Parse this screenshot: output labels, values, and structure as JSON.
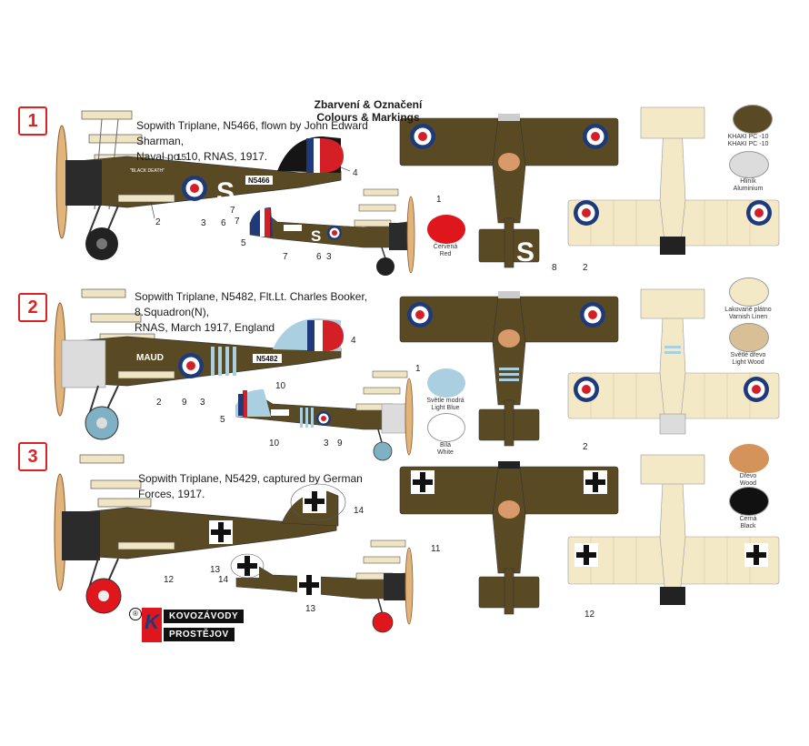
{
  "header": {
    "title_cz": "Zbarvení & Označení",
    "title_en": "Colours & Markings"
  },
  "schemes": [
    {
      "number": "1",
      "caption_line1": "Sopwith Triplane, N5466, flown by John Edward Sharman,",
      "caption_line2": "Naval no. 10, RNAS, 1917.",
      "serial": "N5466",
      "letter": "S",
      "nose_name": "\"BLACK DEATH\"",
      "bottom_letter": "S"
    },
    {
      "number": "2",
      "caption_line1": "Sopwith Triplane, N5482, Flt.Lt. Charles Booker, 8.Squadron(N),",
      "caption_line2": "RNAS, March 1917, England",
      "serial": "N5482",
      "name": "MAUD"
    },
    {
      "number": "3",
      "caption_line1": "Sopwith Triplane, N5429, captured by German Forces, 1917.",
      "caption_line2": ""
    }
  ],
  "callouts": {
    "s1": [
      "15",
      "4",
      "2",
      "3",
      "6",
      "7",
      "7",
      "5",
      "7",
      "6",
      "3",
      "1",
      "8",
      "2"
    ],
    "s2": [
      "4",
      "1",
      "2",
      "9",
      "3",
      "10",
      "5",
      "10",
      "3",
      "9",
      "2"
    ],
    "s3": [
      "14",
      "12",
      "13",
      "14",
      "13",
      "11",
      "12"
    ]
  },
  "swatches": [
    {
      "label1": "KHAKI PC -10",
      "label2": "KHAKI PC -10",
      "color": "#5a4a23"
    },
    {
      "label1": "Hliník",
      "label2": "Aluminium",
      "color": "#dcdcdc"
    },
    {
      "label1": "Červená",
      "label2": "Red",
      "color": "#e0161d"
    },
    {
      "label1": "Lakované plátno",
      "label2": "Varnish Linen",
      "color": "#f4e9c7"
    },
    {
      "label1": "Světlé dřevo",
      "label2": "Light Wood",
      "color": "#d8bf96"
    },
    {
      "label1": "Světle modrá",
      "label2": "Light Blue",
      "color": "#a9cfe0"
    },
    {
      "label1": "Bílá",
      "label2": "White",
      "color": "#ffffff"
    },
    {
      "label1": "Dřevo",
      "label2": "Wood",
      "color": "#d4935a"
    },
    {
      "label1": "Černá",
      "label2": "Black",
      "color": "#111111"
    }
  ],
  "logo": {
    "registered": "®",
    "mark": "K",
    "line1": "KOVOZÁVODY",
    "line2": "PROSTĚJOV"
  }
}
